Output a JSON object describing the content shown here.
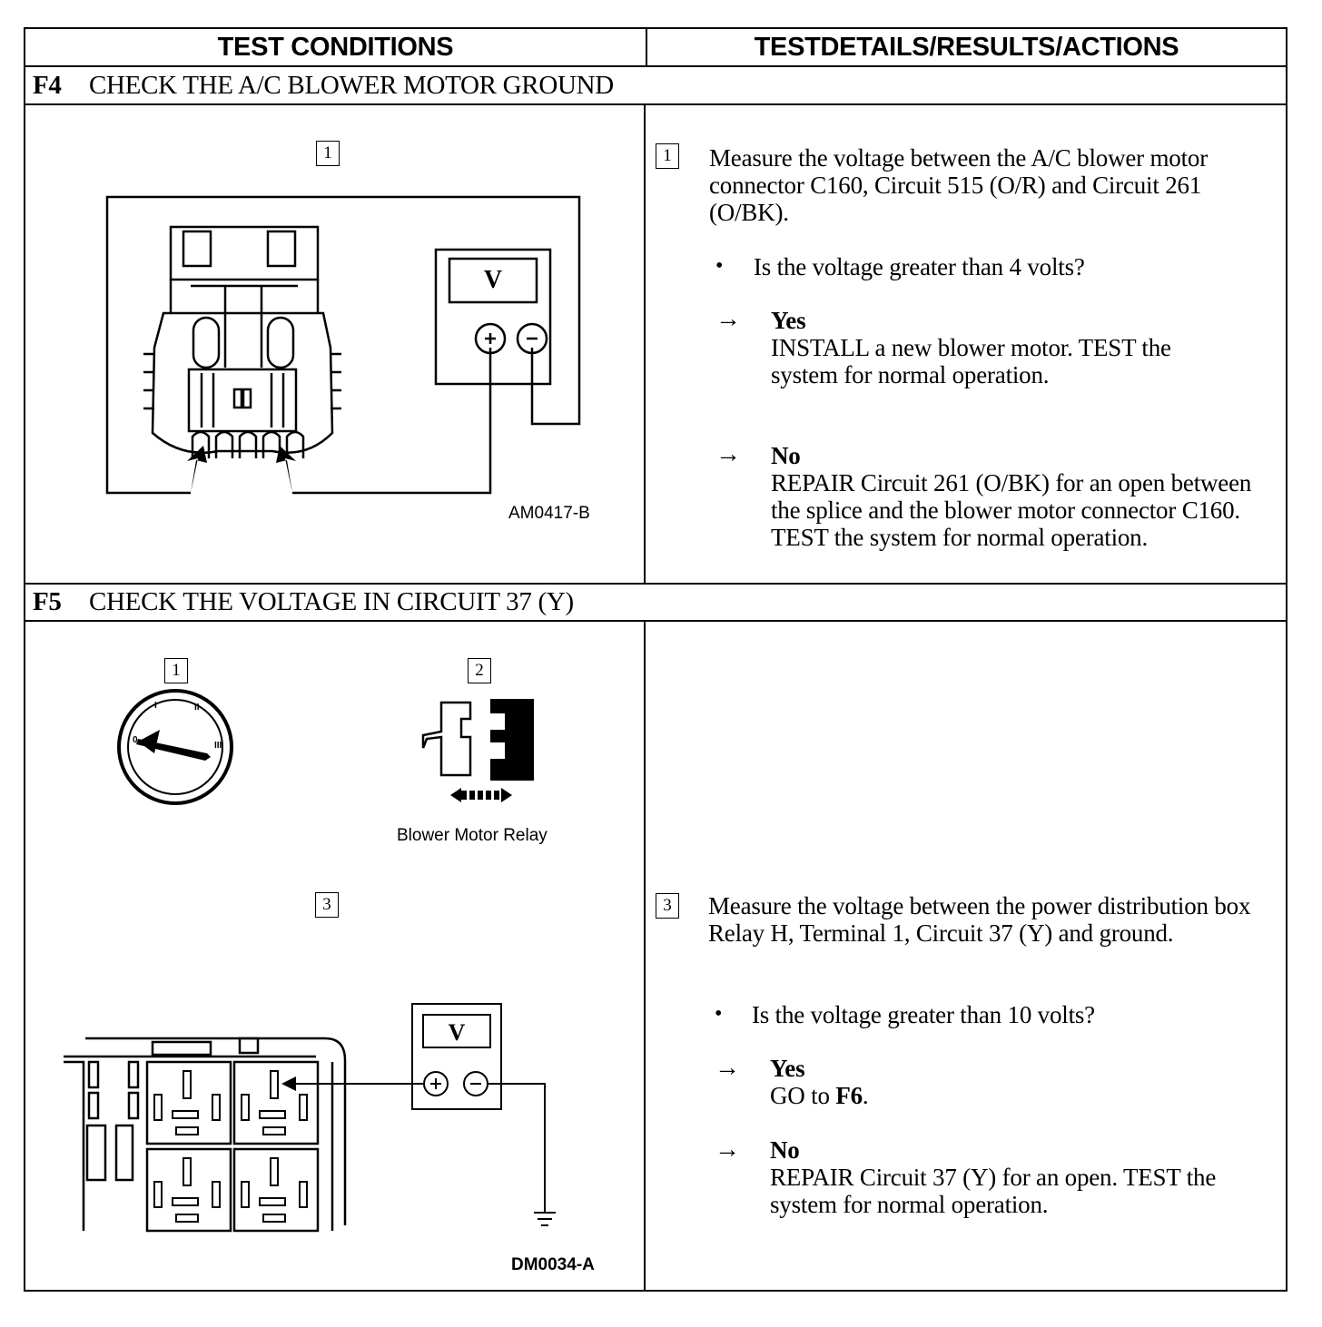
{
  "header": {
    "left": "TEST CONDITIONS",
    "right": "TESTDETAILS/RESULTS/ACTIONS"
  },
  "f4": {
    "code": "F4",
    "title": "CHECK THE A/C BLOWER MOTOR GROUND",
    "step_label": "1",
    "meter_label": "V",
    "figure_id": "AM0417-B",
    "instruction": "Measure the voltage between the A/C blower motor connector C160, Circuit 515 (O/R) and Circuit 261 (O/BK).",
    "question": "Is the voltage greater than 4 volts?",
    "yes_label": "Yes",
    "yes_text": "INSTALL a new blower motor. TEST the system for normal operation.",
    "no_label": "No",
    "no_text": "REPAIR Circuit 261 (O/BK) for an open between the splice and the blower motor connector C160. TEST the system for normal operation."
  },
  "f5": {
    "code": "F5",
    "title": "CHECK THE VOLTAGE IN CIRCUIT 37 (Y)",
    "step1_label": "1",
    "step2_label": "2",
    "step3_label": "3",
    "relay_caption": "Blower Motor Relay",
    "meter_label": "V",
    "figure_id": "DM0034-A",
    "instruction": "Measure the voltage between the power distribution box Relay H, Terminal 1, Circuit 37 (Y) and ground.",
    "question": "Is the voltage greater than 10 volts?",
    "yes_label": "Yes",
    "yes_prefix": "GO to ",
    "yes_link": "F6",
    "yes_suffix": ".",
    "no_label": "No",
    "no_text": "REPAIR Circuit 37 (Y) for an open. TEST the system for normal operation."
  },
  "symbols": {
    "bullet": "•",
    "arrow": "→",
    "ignition_labels": [
      "0",
      "I",
      "II",
      "III"
    ]
  }
}
